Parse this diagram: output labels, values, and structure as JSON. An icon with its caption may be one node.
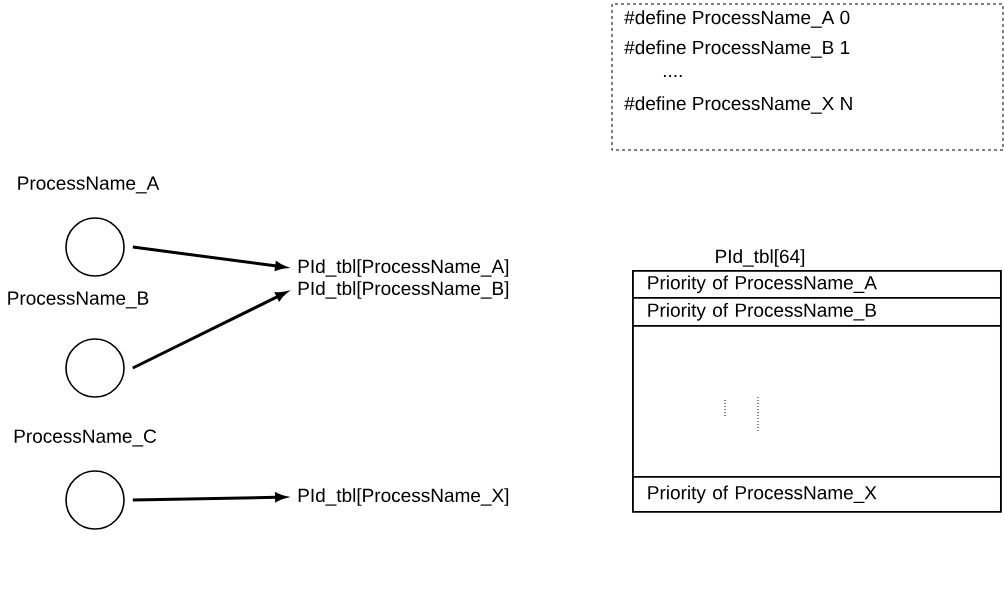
{
  "diagram": {
    "nodes": [
      {
        "text": [
          "#define ProcessName_A 0",
          "#define ProcessName_B 1",
          "....",
          "#define ProcessName_X N"
        ]
      },
      {
        "text": [
          "ProcessName_A"
        ]
      },
      {
        "text": [
          "ProcessName_B"
        ]
      },
      {
        "text": [
          "ProcessName_C"
        ]
      },
      {
        "text": [
          "PId_tbl[ProcessName_A]"
        ]
      },
      {
        "text": [
          "PId_tbl[ProcessName_B]"
        ]
      },
      {
        "text": [
          "PId_tbl[ProcessName_X]"
        ]
      },
      {
        "text": [
          "PId_tbl[64]"
        ]
      },
      {
        "text": [
          "Priority of ProcessName_A"
        ],
        "in": 7
      },
      {
        "text": [
          "Priority of ProcessName_B"
        ],
        "in": 7
      },
      {
        "text": [],
        "shape": "box",
        "in": 7
      },
      {
        "text": [
          "Priority of ProcessName_X"
        ],
        "in": 7
      }
    ],
    "edges": [
      {
        "from": 1,
        "to": 4,
        "arrow": "to"
      },
      {
        "from": 2,
        "to": 5,
        "arrow": "to"
      },
      {
        "from": 3,
        "to": 6,
        "arrow": "to"
      }
    ]
  }
}
